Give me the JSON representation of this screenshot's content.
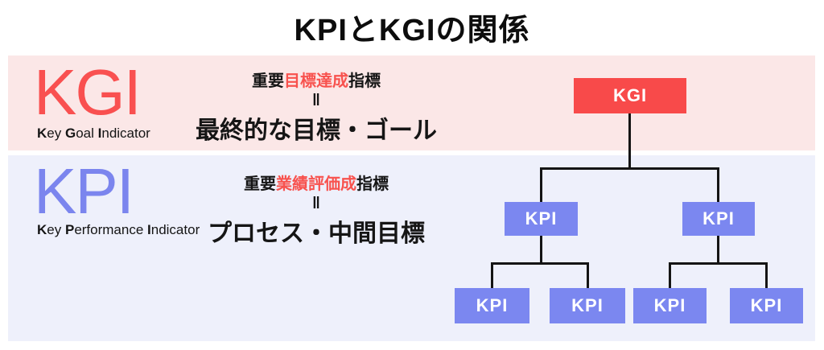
{
  "title": "KPIとKGIの関係",
  "colors": {
    "kgi_red": "#F95050",
    "kgi_box_red": "#F84A4A",
    "kpi_blue": "#7B85EE",
    "kpi_box_blue": "#7B87F0",
    "highlight_red": "#F8524E",
    "kgi_band_bg": "#FBE7E7",
    "kpi_band_bg": "#EEF0FB",
    "connector_black": "#141414"
  },
  "kgi_section": {
    "acronym": "KGI",
    "subtitle_parts": [
      "K",
      "ey ",
      "G",
      "oal ",
      "I",
      "ndicator"
    ],
    "term": [
      "重要",
      "目標達成",
      "指標"
    ],
    "equals": "‖",
    "meaning": "最終的な目標・ゴール"
  },
  "kpi_section": {
    "acronym": "KPI",
    "subtitle_parts": [
      "K",
      "ey ",
      "P",
      "erformance ",
      "I",
      "ndicator"
    ],
    "term": [
      "重要",
      "業績評価成",
      "指標"
    ],
    "equals": "‖",
    "meaning": "プロセス・中間目標"
  },
  "tree": {
    "root": "KGI",
    "mid": [
      "KPI",
      "KPI"
    ],
    "leaves": [
      "KPI",
      "KPI",
      "KPI",
      "KPI"
    ]
  }
}
